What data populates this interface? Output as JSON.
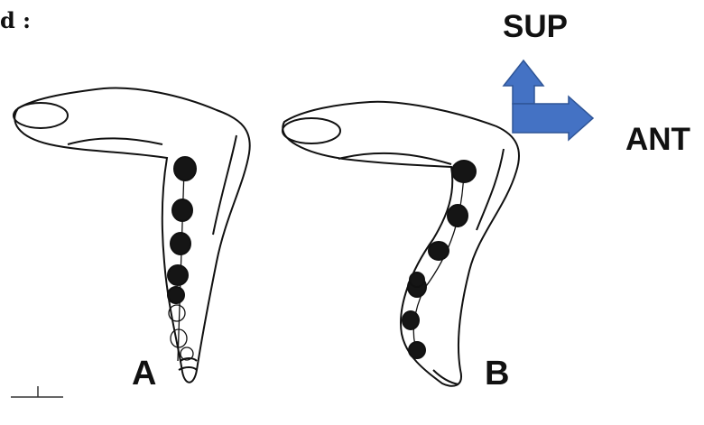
{
  "corner_text": "d :",
  "orientation": {
    "superior_label": "SUP",
    "anterior_label": "ANT",
    "arrow_color": "#4472c4"
  },
  "figures": [
    {
      "label": "A",
      "filled_spots": 5,
      "open_spots": 3
    },
    {
      "label": "B",
      "filled_spots": 7,
      "open_spots": 0
    }
  ]
}
